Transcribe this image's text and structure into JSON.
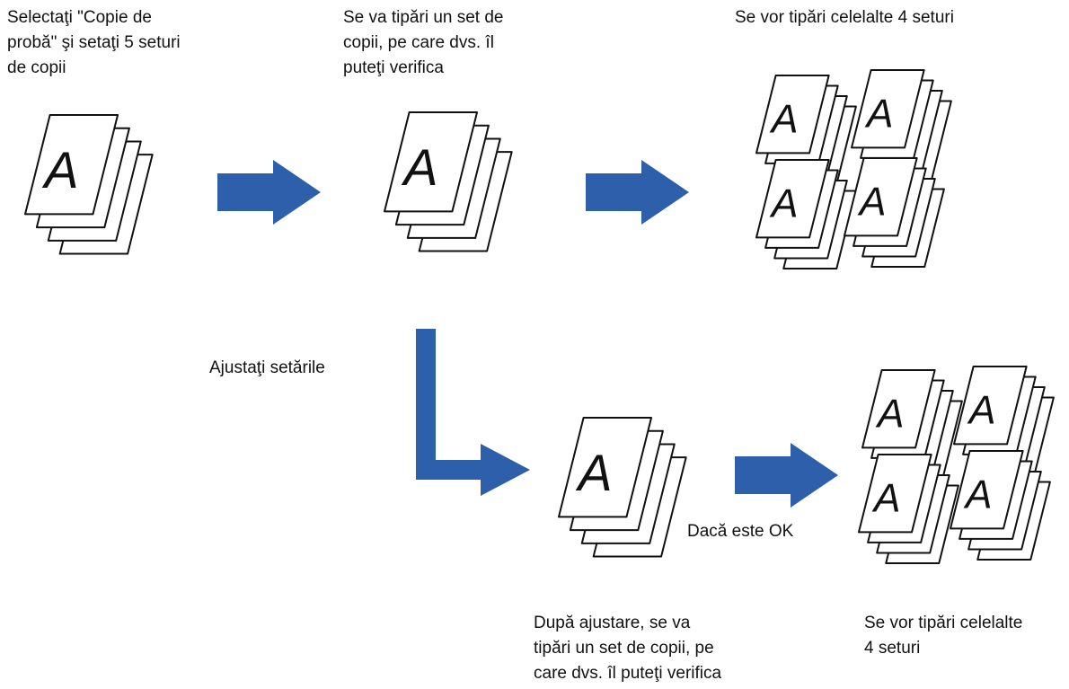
{
  "captions": {
    "step1": [
      "Selectaţi \"Copie de",
      "probă\" şi setaţi 5 seturi",
      "de copii"
    ],
    "step2": [
      "Se va tipări un set de",
      "copii, pe care dvs. îl",
      "puteţi verifica"
    ],
    "step3": [
      "Se vor tipări celelalte 4 seturi"
    ],
    "adjust": "Ajustaţi setările",
    "step4": [
      "După ajustare, se va",
      "tipări un set de copii, pe",
      "care dvs. îl puteţi verifica"
    ],
    "ok": "Dacă este OK",
    "step5": [
      "Se vor tipări celelalte",
      "4 seturi"
    ]
  },
  "page_letter": "A",
  "colors": {
    "arrow": "#2e5fab",
    "stroke": "#111111",
    "paper": "#ffffff"
  }
}
